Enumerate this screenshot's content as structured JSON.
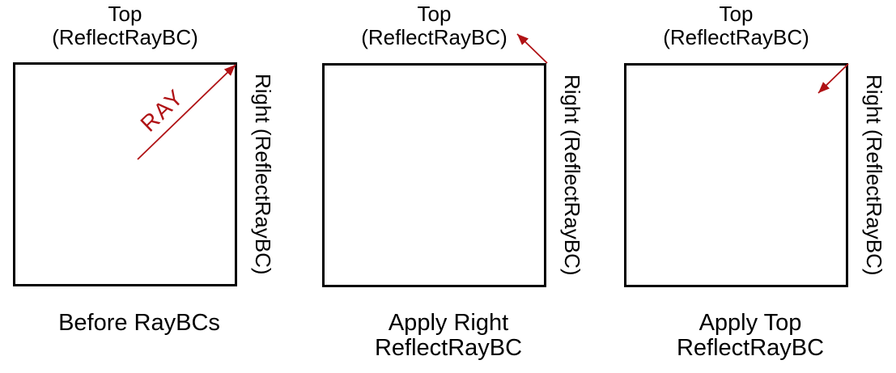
{
  "figure": {
    "background": "#ffffff",
    "text_color": "#000000",
    "box_border_color": "#000000",
    "arrow_color": "#b01215",
    "panels": [
      {
        "id": "before-raybcs",
        "top_label": "Top\n(ReflectRayBC)",
        "right_label": "Right (ReflectRayBC)",
        "ray_label": "RAY",
        "caption": "Before RayBCs",
        "arrow_direction": "up-right into top-right corner"
      },
      {
        "id": "apply-right-reflectraybc",
        "top_label": "Top\n(ReflectRayBC)",
        "right_label": "Right (ReflectRayBC)",
        "caption": "Apply Right\nReflectRayBC",
        "arrow_direction": "up-left exiting above top-right corner"
      },
      {
        "id": "apply-top-reflectraybc",
        "top_label": "Top\n(ReflectRayBC)",
        "right_label": "Right (ReflectRayBC)",
        "caption": "Apply Top\nReflectRayBC",
        "arrow_direction": "down-left inside box from top-right corner"
      }
    ]
  }
}
